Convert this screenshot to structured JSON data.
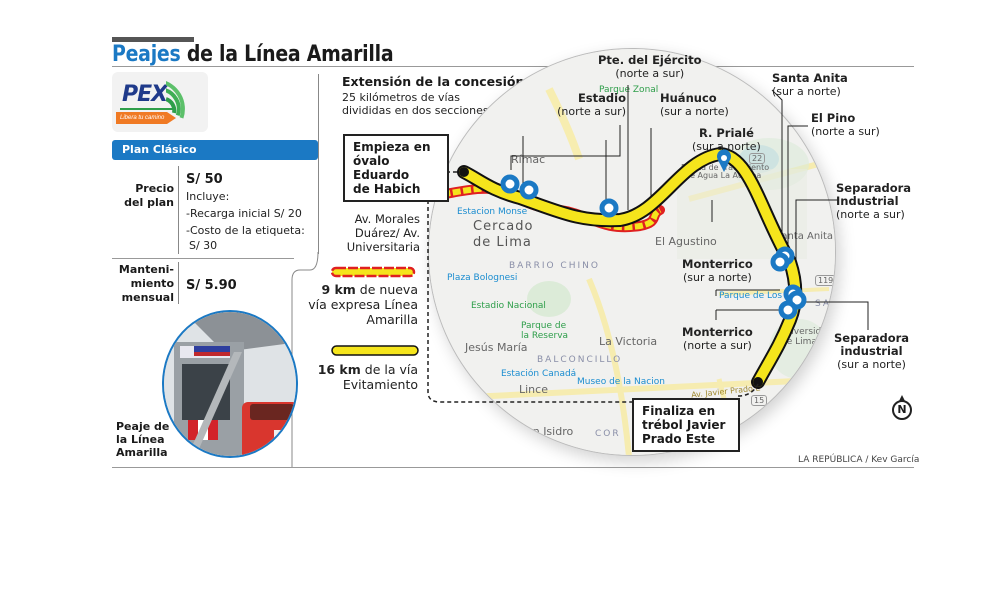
{
  "header": {
    "title_highlight": "Peajes",
    "title_rest": " de la Línea Amarilla"
  },
  "logo": {
    "brand": "PEX",
    "tagline": "Libera tu camino"
  },
  "plan": {
    "name": "Plan Clásico",
    "price_label_1": "Precio",
    "price_label_2": "del plan",
    "price_value": "S/ 50",
    "includes_label": "Incluye:",
    "includes": [
      "-Recarga inicial S/ 20",
      "-Costo de la etiqueta:",
      " S/ 30"
    ],
    "maintenance_label_1": "Manteni-",
    "maintenance_label_2": "miento",
    "maintenance_label_3": "mensual",
    "maintenance_value": "S/ 5.90"
  },
  "photo": {
    "caption_1": "Peaje de",
    "caption_2": "la Línea",
    "caption_3": "Amarilla"
  },
  "concession": {
    "title": "Extensión de la concesión:",
    "sub_1": "25 kilómetros de vías",
    "sub_2": "divididas en dos secciones"
  },
  "start": {
    "line_1": "Empieza en",
    "line_2": "óvalo Eduardo",
    "line_3": "de Habich"
  },
  "west_end": {
    "line_1": "Av. Morales",
    "line_2": "Duárez/ Av.",
    "line_3": "Universitaria"
  },
  "legend": {
    "expressway_km": "9 km",
    "expressway_rest_1": " de nueva",
    "expressway_rest_2": "vía expresa Línea",
    "expressway_rest_3": "Amarilla",
    "evitamiento_km": "16 km",
    "evitamiento_rest_1": " de la vía",
    "evitamiento_rest_2": "Evitamiento",
    "colors": {
      "expressway_fill": "#f5e51c",
      "expressway_border": "#e02020",
      "evitamiento_fill": "#f5e51c",
      "evitamiento_border": "#111111"
    }
  },
  "end": {
    "line_1": "Finaliza en",
    "line_2": "trébol Javier",
    "line_3": "Prado Este"
  },
  "tolls": [
    {
      "name": "Pte. del Ejército",
      "direction": "(norte a sur)"
    },
    {
      "name": "Estadio",
      "direction": "(norte a sur)"
    },
    {
      "name": "Huánuco",
      "direction": "(sur a norte)"
    },
    {
      "name": "R. Prialé",
      "direction": "(sur a norte)"
    },
    {
      "name": "Santa Anita",
      "direction": "(sur a norte)"
    },
    {
      "name": "El Pino",
      "direction": "(norte a sur)"
    },
    {
      "name": "Separadora Industrial",
      "name_1": "Separadora",
      "name_2": "Industrial",
      "direction": "(norte a sur)"
    },
    {
      "name": "Monterrico",
      "direction": "(sur a norte)"
    },
    {
      "name": "Monterrico",
      "direction": "(norte a sur)"
    },
    {
      "name": "Separadora industrial",
      "name_1": "Separadora",
      "name_2": "industrial",
      "direction": "(sur a norte)"
    }
  ],
  "map_labels": {
    "rimac": "Rímac",
    "cercado_1": "Cercado",
    "cercado_2": "de Lima",
    "el_agustino": "El Agustino",
    "barrio_chino": "BARRIO CHINO",
    "plaza_bolognesi": "Plaza Bolognesi",
    "estadio_nacional": "Estadio Nacional",
    "parque_reserva_1": "Parque de",
    "parque_reserva_2": "la Reserva",
    "jesus_maria": "Jesús María",
    "la_victoria": "La Victoria",
    "balconcillo": "BALCONCILLO",
    "estacion_canada": "Estación Canadá",
    "lince": "Lince",
    "museo_nacion": "Museo de la Nacion",
    "san_isidro": "San Isidro",
    "santa_anita": "Santa Anita",
    "parque_los_andes": "Parque de Los A",
    "santa_felicia": "SANTA FEL",
    "universidad_lima_1": "Universidad",
    "universidad_lima_2": "de Lima",
    "estacion_monserrate": "Estacion Monse",
    "parque_zonal": "Parque Zonal",
    "planta_1": "Planta de Tratamiento",
    "planta_2": "de Agua La Atarjea",
    "av_javier_prado": "Av. Javier Prado E",
    "cor": "COR",
    "route_22": "22",
    "route_119": "119",
    "route_15": "15"
  },
  "compass": "N",
  "credit": "LA REPÚBLICA / Kev García"
}
